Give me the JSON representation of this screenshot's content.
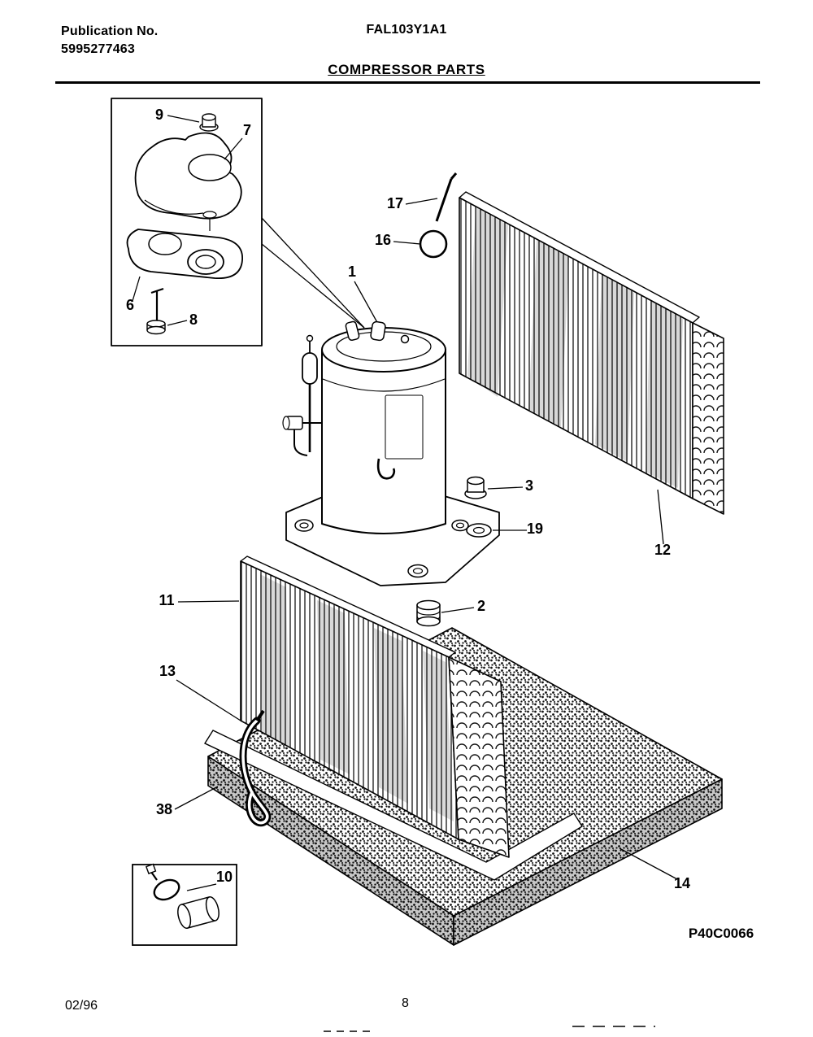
{
  "page": {
    "header": {
      "publication_label": "Publication No.",
      "publication_number": "5995277463",
      "model_number": "FAL103Y1A1",
      "section_title": "COMPRESSOR PARTS"
    },
    "footer": {
      "revision_date": "02/96",
      "page_number": "8"
    }
  },
  "colors": {
    "ink": "#000000",
    "paper": "#ffffff"
  },
  "diagram": {
    "drawing_code": "P40C0066",
    "callouts": [
      {
        "label": "9"
      },
      {
        "label": "7"
      },
      {
        "label": "6"
      },
      {
        "label": "8"
      },
      {
        "label": "1"
      },
      {
        "label": "17"
      },
      {
        "label": "16"
      },
      {
        "label": "3"
      },
      {
        "label": "19"
      },
      {
        "label": "12"
      },
      {
        "label": "2"
      },
      {
        "label": "11"
      },
      {
        "label": "13"
      },
      {
        "label": "38"
      },
      {
        "label": "14"
      },
      {
        "label": "10"
      }
    ]
  }
}
